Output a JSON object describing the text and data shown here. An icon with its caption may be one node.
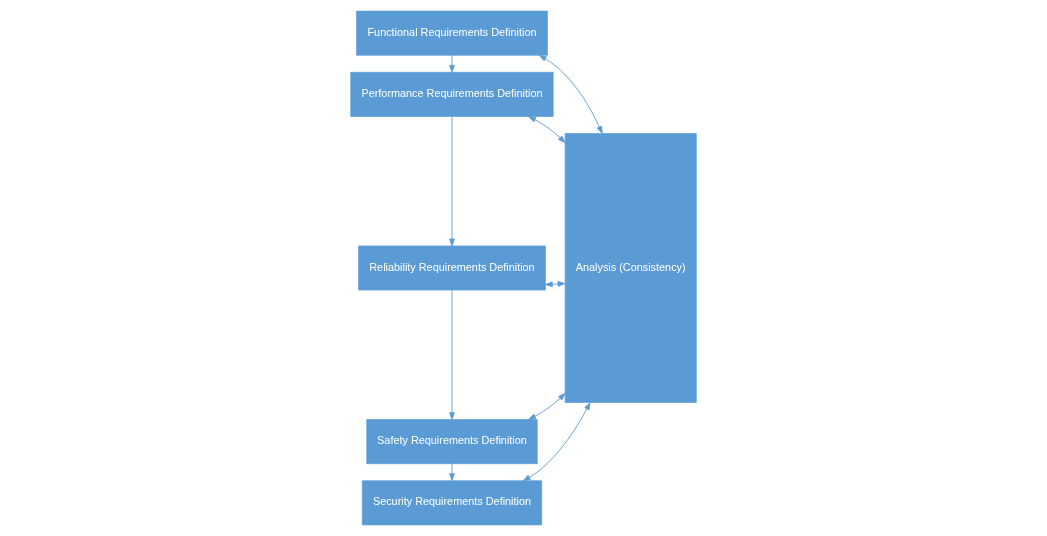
{
  "diagram": {
    "nodes": [
      {
        "text": [
          "Functional Requirements Definition"
        ]
      },
      {
        "text": [
          "Performance Requirements Definition"
        ]
      },
      {
        "text": [
          "Reliability Requirements Definition"
        ]
      },
      {
        "text": [
          "Safety Requirements Definition"
        ]
      },
      {
        "text": [
          "Security Requirements Definition"
        ]
      },
      {
        "text": [
          "Analysis (Consistency)"
        ]
      }
    ],
    "edges": [
      {
        "from": 0,
        "to": 1,
        "arrow": "to"
      },
      {
        "from": 1,
        "to": 2,
        "arrow": "to"
      },
      {
        "from": 2,
        "to": 3,
        "arrow": "to"
      },
      {
        "from": 3,
        "to": 4,
        "arrow": "to"
      },
      {
        "from": 0,
        "to": 5,
        "arrow": "both"
      },
      {
        "from": 1,
        "to": 5,
        "arrow": "both"
      },
      {
        "from": 2,
        "to": 5,
        "arrow": "both"
      },
      {
        "from": 3,
        "to": 5,
        "arrow": "both"
      },
      {
        "from": 4,
        "to": 5,
        "arrow": "both"
      }
    ]
  }
}
